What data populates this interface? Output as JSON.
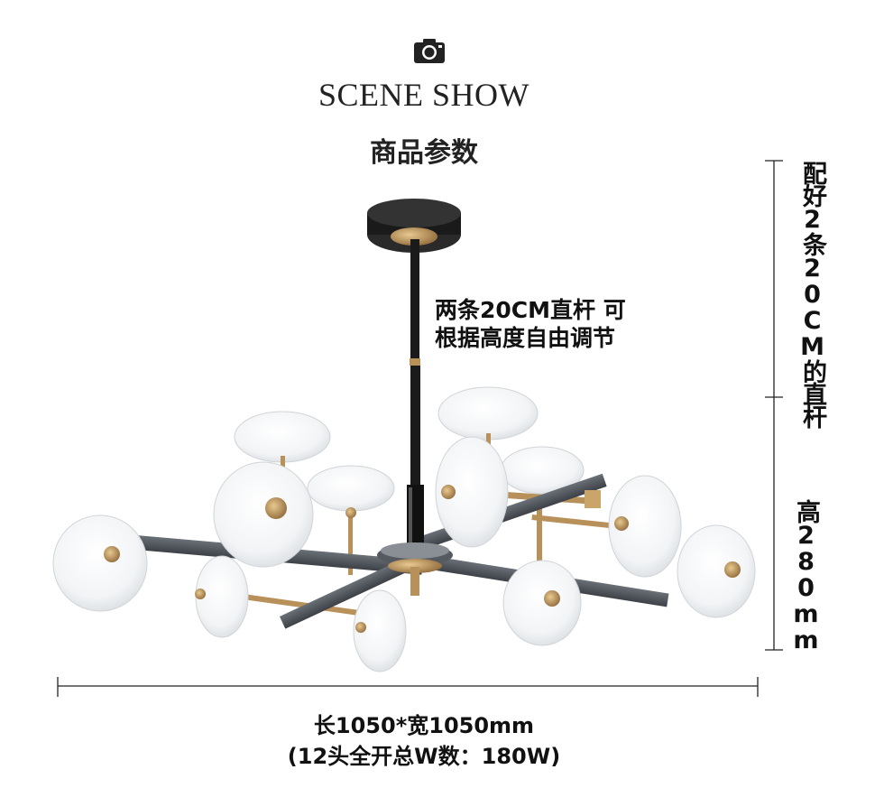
{
  "header": {
    "icon": "camera-icon",
    "scene_title": "SCENE SHOW",
    "params_title": "商品参数"
  },
  "annotations": {
    "rod_note_line1": "两条20CM直杆  可",
    "rod_note_line2": "根据高度自由调节",
    "vertical_rod_label": "配好2条20CM的直杆",
    "vertical_height_label": "高280mm"
  },
  "dimensions": {
    "length_width": "长1050*宽1050mm",
    "power": "(12头全开总W数：180W)"
  },
  "colors": {
    "black": "#1a1a1a",
    "gold": "#b8905a",
    "arm": "#4d5259",
    "shade": "#f4f6f8"
  }
}
